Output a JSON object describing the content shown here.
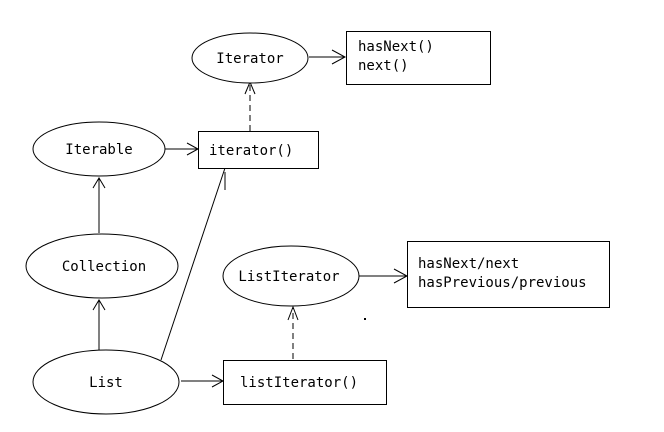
{
  "diagram": {
    "nodes": {
      "iterator_interface": {
        "label": "Iterator"
      },
      "iterator_methods": {
        "lines": [
          "hasNext()",
          "next()"
        ]
      },
      "iterable": {
        "label": "Iterable"
      },
      "iterator_method": {
        "label": "iterator()"
      },
      "collection": {
        "label": "Collection"
      },
      "list_iterator_interface": {
        "label": "ListIterator"
      },
      "list_iterator_methods": {
        "lines": [
          "hasNext/next",
          "hasPrevious/previous"
        ]
      },
      "list": {
        "label": "List"
      },
      "list_iterator_method": {
        "label": "listIterator()"
      }
    }
  }
}
